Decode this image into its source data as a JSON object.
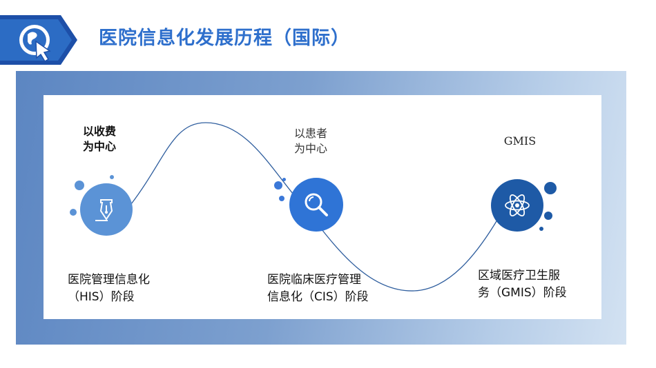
{
  "title": "医院信息化发展历程（国际）",
  "colors": {
    "title": "#2e6fcc",
    "light_blue": "#5b93d6",
    "mid_blue": "#3b78d8",
    "dark_blue": "#1e5aa6"
  },
  "stages": [
    {
      "focus_line1": "以收费",
      "focus_line2": "为中心",
      "icon": "pen-nib-icon",
      "label_line1": "医院管理信息化",
      "label_line2": "（HIS）阶段"
    },
    {
      "focus_line1": "以患者",
      "focus_line2": "为中心",
      "icon": "magnifier-icon",
      "label_line1": "医院临床医疗管理",
      "label_line2": "信息化（CIS）阶段"
    },
    {
      "focus_line1": "GMIS",
      "icon": "atom-icon",
      "label_line1": "区域医疗卫生服",
      "label_line2": "务（GMIS）阶段"
    }
  ]
}
